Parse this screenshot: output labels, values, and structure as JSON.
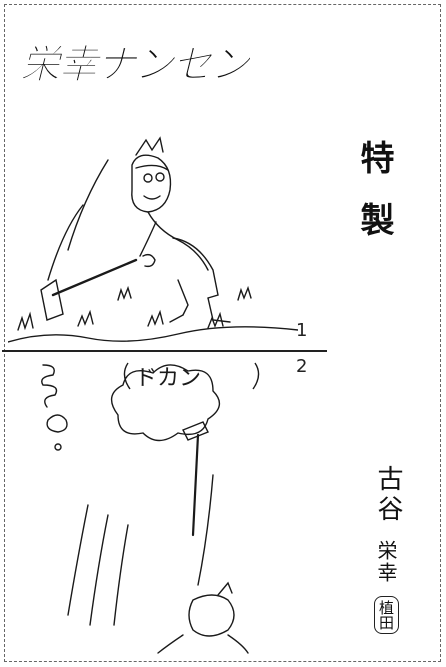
{
  "title": "栄幸ナンセンス",
  "header": {
    "special_label": "特製"
  },
  "panels": {
    "first_number": "1",
    "second_number": "2"
  },
  "sound_effect": "ドカン",
  "author": {
    "surname": "古谷",
    "given_name": "栄幸",
    "note": "植田"
  }
}
